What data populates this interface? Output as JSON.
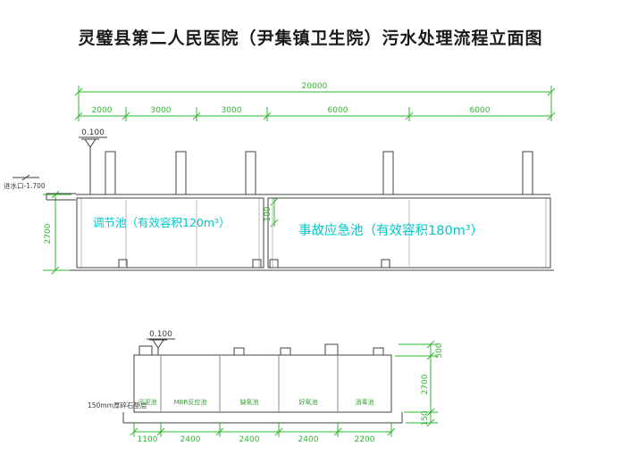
{
  "title": "灵璧县第二人民医院（尹集镇卫生院）污水处理流程立面图",
  "colors": {
    "dimension": "#2eb82e",
    "tank_label": "#00c8c8",
    "outline": "#404040"
  },
  "upper": {
    "total_dim": "20000",
    "seg_dims": [
      "2000",
      "3000",
      "3000",
      "6000",
      "6000"
    ],
    "elevation": "0.100",
    "inlet": "进水口-1.700",
    "height_dim": "2700",
    "wall_dim": "100",
    "tank1_label": "调节池（有效容积120m³）",
    "tank2_label": "事故应急池（有效容积180m³）"
  },
  "lower": {
    "elevation": "0.100",
    "note": "150mm厚碎石垫层",
    "cells": [
      "污泥池",
      "MBR反应池",
      "缺氧池",
      "好氧池",
      "消毒池"
    ],
    "bottom_dims": [
      "1100",
      "2400",
      "2400",
      "2400",
      "2200"
    ],
    "right_dims": [
      "500",
      "2700",
      "150"
    ]
  }
}
